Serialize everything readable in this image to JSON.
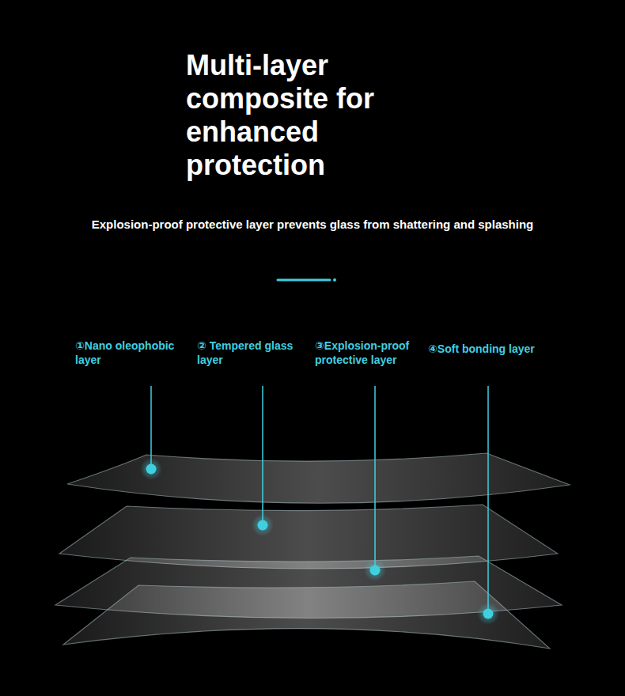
{
  "diagram": {
    "title": "Multi-layer composite for enhanced protection",
    "labels": [
      "Explosion-proof protective layer prevents glass from shattering and splashing",
      "①Nano oleophobic layer",
      "② Tempered glass layer",
      "③Explosion-proof protective layer",
      "④Soft bonding layer"
    ]
  }
}
